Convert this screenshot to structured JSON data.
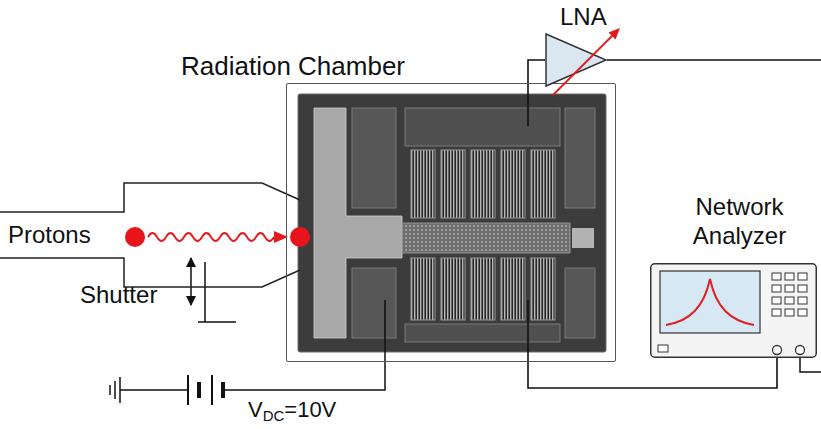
{
  "diagram": {
    "nodes": [
      {
        "text": [
          "Protons"
        ]
      },
      {
        "text": [
          "Radiation Chamber"
        ]
      },
      {
        "text": [
          "LNA"
        ]
      },
      {
        "text": [
          "Network Analyzer"
        ]
      }
    ],
    "edges": [
      {
        "from": 1,
        "to": 2,
        "arrow": "none"
      },
      {
        "from": 1,
        "to": 3,
        "arrow": "none"
      }
    ],
    "labels": [
      "Shutter",
      "VDC=10V"
    ]
  }
}
